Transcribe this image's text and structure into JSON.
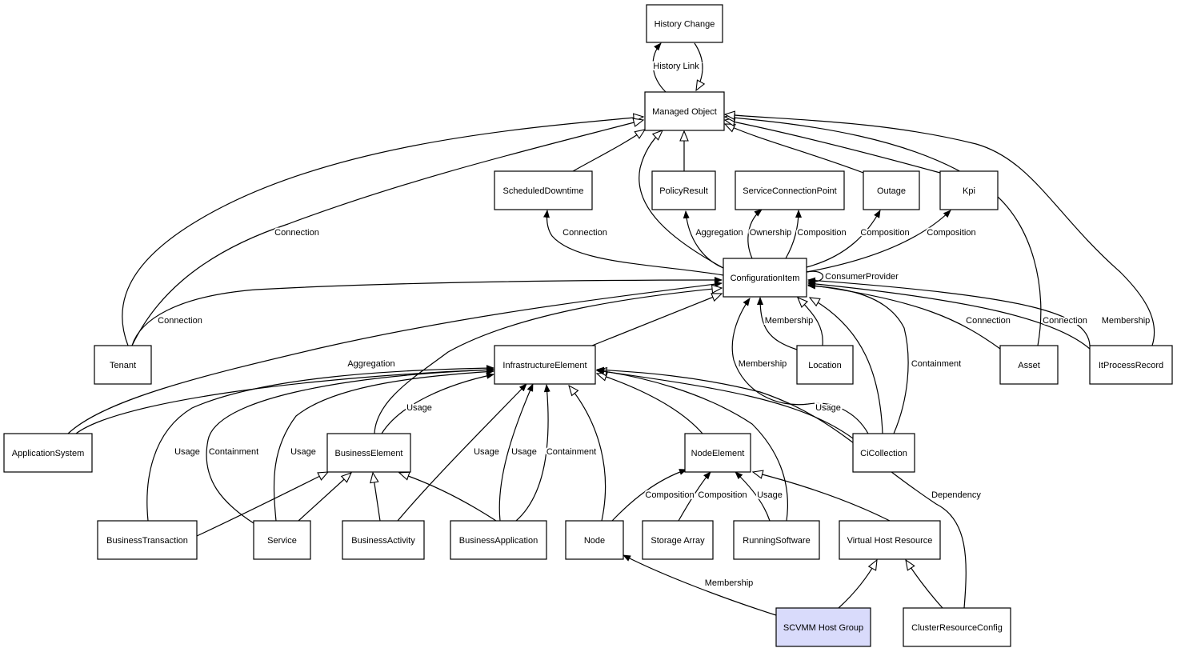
{
  "diagram": {
    "type": "class-relationship-graph",
    "nodes": [
      {
        "id": "history_change",
        "label": "History Change"
      },
      {
        "id": "managed_object",
        "label": "Managed Object"
      },
      {
        "id": "scheduled_downtime",
        "label": "ScheduledDowntime"
      },
      {
        "id": "policy_result",
        "label": "PolicyResult"
      },
      {
        "id": "service_connection_point",
        "label": "ServiceConnectionPoint"
      },
      {
        "id": "outage",
        "label": "Outage"
      },
      {
        "id": "kpi",
        "label": "Kpi"
      },
      {
        "id": "configuration_item",
        "label": "ConfigurationItem"
      },
      {
        "id": "tenant",
        "label": "Tenant"
      },
      {
        "id": "infrastructure_element",
        "label": "InfrastructureElement"
      },
      {
        "id": "location",
        "label": "Location"
      },
      {
        "id": "asset",
        "label": "Asset"
      },
      {
        "id": "it_process_record",
        "label": "ItProcessRecord"
      },
      {
        "id": "application_system",
        "label": "ApplicationSystem"
      },
      {
        "id": "business_element",
        "label": "BusinessElement"
      },
      {
        "id": "node_element",
        "label": "NodeElement"
      },
      {
        "id": "ci_collection",
        "label": "CiCollection"
      },
      {
        "id": "business_transaction",
        "label": "BusinessTransaction"
      },
      {
        "id": "service",
        "label": "Service"
      },
      {
        "id": "business_activity",
        "label": "BusinessActivity"
      },
      {
        "id": "business_application",
        "label": "BusinessApplication"
      },
      {
        "id": "node",
        "label": "Node"
      },
      {
        "id": "storage_array",
        "label": "Storage Array"
      },
      {
        "id": "running_software",
        "label": "RunningSoftware"
      },
      {
        "id": "virtual_host_resource",
        "label": "Virtual Host Resource"
      },
      {
        "id": "scvmm_host_group",
        "label": "SCVMM Host Group",
        "highlight": true
      },
      {
        "id": "cluster_resource_config",
        "label": "ClusterResourceConfig"
      }
    ],
    "edges": [
      {
        "id": "e1",
        "from": "managed_object",
        "to": "history_change",
        "label": "History Link",
        "kind": "association"
      },
      {
        "id": "e2",
        "from": "history_change",
        "to": "managed_object",
        "label": "",
        "kind": "inheritance"
      },
      {
        "id": "e3",
        "from": "tenant",
        "to": "managed_object",
        "label": "",
        "kind": "inheritance"
      },
      {
        "id": "e4",
        "from": "tenant",
        "to": "managed_object",
        "label": "Connection",
        "kind": "inheritance"
      },
      {
        "id": "e5",
        "from": "scheduled_downtime",
        "to": "managed_object",
        "label": "",
        "kind": "inheritance"
      },
      {
        "id": "e6",
        "from": "policy_result",
        "to": "managed_object",
        "label": "",
        "kind": "inheritance"
      },
      {
        "id": "e7",
        "from": "configuration_item",
        "to": "managed_object",
        "label": "",
        "kind": "inheritance"
      },
      {
        "id": "e8",
        "from": "outage",
        "to": "managed_object",
        "label": "",
        "kind": "inheritance"
      },
      {
        "id": "e9",
        "from": "kpi",
        "to": "managed_object",
        "label": "",
        "kind": "inheritance"
      },
      {
        "id": "e10",
        "from": "asset",
        "to": "managed_object",
        "label": "",
        "kind": "inheritance"
      },
      {
        "id": "e11",
        "from": "it_process_record",
        "to": "managed_object",
        "label": "",
        "kind": "inheritance"
      },
      {
        "id": "e12",
        "from": "configuration_item",
        "to": "scheduled_downtime",
        "label": "Connection",
        "kind": "association"
      },
      {
        "id": "e13",
        "from": "configuration_item",
        "to": "policy_result",
        "label": "Aggregation",
        "kind": "association"
      },
      {
        "id": "e14",
        "from": "configuration_item",
        "to": "service_connection_point",
        "label": "Ownership",
        "kind": "association"
      },
      {
        "id": "e15",
        "from": "configuration_item",
        "to": "service_connection_point",
        "label": "Composition",
        "kind": "association"
      },
      {
        "id": "e16",
        "from": "configuration_item",
        "to": "outage",
        "label": "Composition",
        "kind": "association"
      },
      {
        "id": "e17",
        "from": "configuration_item",
        "to": "kpi",
        "label": "Composition",
        "kind": "association"
      },
      {
        "id": "e18",
        "from": "configuration_item",
        "to": "configuration_item",
        "label": "ConsumerProvider",
        "kind": "association"
      },
      {
        "id": "e19",
        "from": "tenant",
        "to": "configuration_item",
        "label": "Connection",
        "kind": "association"
      },
      {
        "id": "e20",
        "from": "application_system",
        "to": "configuration_item",
        "label": "Aggregation",
        "kind": "association"
      },
      {
        "id": "e21",
        "from": "infrastructure_element",
        "to": "configuration_item",
        "label": "",
        "kind": "inheritance"
      },
      {
        "id": "e22",
        "from": "business_element",
        "to": "configuration_item",
        "label": "",
        "kind": "inheritance"
      },
      {
        "id": "e23",
        "from": "location",
        "to": "configuration_item",
        "label": "Membership",
        "kind": "association"
      },
      {
        "id": "e24",
        "from": "ci_collection",
        "to": "configuration_item",
        "label": "Membership",
        "kind": "association"
      },
      {
        "id": "e25",
        "from": "ci_collection",
        "to": "configuration_item",
        "label": "",
        "kind": "inheritance"
      },
      {
        "id": "e26",
        "from": "ci_collection",
        "to": "configuration_item",
        "label": "Containment",
        "kind": "association"
      },
      {
        "id": "e27",
        "from": "location",
        "to": "configuration_item",
        "label": "",
        "kind": "inheritance"
      },
      {
        "id": "e28",
        "from": "asset",
        "to": "configuration_item",
        "label": "Connection",
        "kind": "association"
      },
      {
        "id": "e29",
        "from": "it_process_record",
        "to": "configuration_item",
        "label": "Connection",
        "kind": "association"
      },
      {
        "id": "e30",
        "from": "it_process_record",
        "to": "configuration_item",
        "label": "Membership",
        "kind": "association"
      },
      {
        "id": "e31",
        "from": "application_system",
        "to": "infrastructure_element",
        "label": "",
        "kind": "association"
      },
      {
        "id": "e32",
        "from": "business_element",
        "to": "infrastructure_element",
        "label": "Usage",
        "kind": "association"
      },
      {
        "id": "e33",
        "from": "business_transaction",
        "to": "infrastructure_element",
        "label": "Usage",
        "kind": "association"
      },
      {
        "id": "e34",
        "from": "service",
        "to": "infrastructure_element",
        "label": "Containment",
        "kind": "association"
      },
      {
        "id": "e35",
        "from": "service",
        "to": "infrastructure_element",
        "label": "Usage",
        "kind": "association"
      },
      {
        "id": "e36",
        "from": "business_activity",
        "to": "infrastructure_element",
        "label": "Usage",
        "kind": "association"
      },
      {
        "id": "e37",
        "from": "business_application",
        "to": "infrastructure_element",
        "label": "Usage",
        "kind": "association"
      },
      {
        "id": "e38",
        "from": "business_application",
        "to": "infrastructure_element",
        "label": "Containment",
        "kind": "association"
      },
      {
        "id": "e39",
        "from": "node",
        "to": "infrastructure_element",
        "label": "",
        "kind": "inheritance"
      },
      {
        "id": "e40",
        "from": "node_element",
        "to": "infrastructure_element",
        "label": "",
        "kind": "inheritance"
      },
      {
        "id": "e41",
        "from": "running_software",
        "to": "infrastructure_element",
        "label": "",
        "kind": "inheritance"
      },
      {
        "id": "e42",
        "from": "ci_collection",
        "to": "infrastructure_element",
        "label": "Usage",
        "kind": "association"
      },
      {
        "id": "e43",
        "from": "cluster_resource_config",
        "to": "infrastructure_element",
        "label": "Dependency",
        "kind": "association"
      },
      {
        "id": "e44",
        "from": "business_transaction",
        "to": "business_element",
        "label": "",
        "kind": "inheritance"
      },
      {
        "id": "e45",
        "from": "service",
        "to": "business_element",
        "label": "",
        "kind": "inheritance"
      },
      {
        "id": "e46",
        "from": "business_activity",
        "to": "business_element",
        "label": "",
        "kind": "inheritance"
      },
      {
        "id": "e47",
        "from": "business_application",
        "to": "business_element",
        "label": "",
        "kind": "inheritance"
      },
      {
        "id": "e48",
        "from": "node",
        "to": "node_element",
        "label": "Composition",
        "kind": "association"
      },
      {
        "id": "e49",
        "from": "storage_array",
        "to": "node_element",
        "label": "Composition",
        "kind": "association"
      },
      {
        "id": "e50",
        "from": "running_software",
        "to": "node_element",
        "label": "Usage",
        "kind": "association"
      },
      {
        "id": "e51",
        "from": "virtual_host_resource",
        "to": "node_element",
        "label": "",
        "kind": "inheritance"
      },
      {
        "id": "e52",
        "from": "scvmm_host_group",
        "to": "virtual_host_resource",
        "label": "",
        "kind": "inheritance"
      },
      {
        "id": "e53",
        "from": "cluster_resource_config",
        "to": "virtual_host_resource",
        "label": "",
        "kind": "inheritance"
      },
      {
        "id": "e54",
        "from": "scvmm_host_group",
        "to": "node",
        "label": "Membership",
        "kind": "association"
      }
    ]
  },
  "colors": {
    "node_fill": "#ffffff",
    "node_stroke": "#000000",
    "highlight_fill": "#d9dbfb",
    "edge_stroke": "#000000"
  }
}
